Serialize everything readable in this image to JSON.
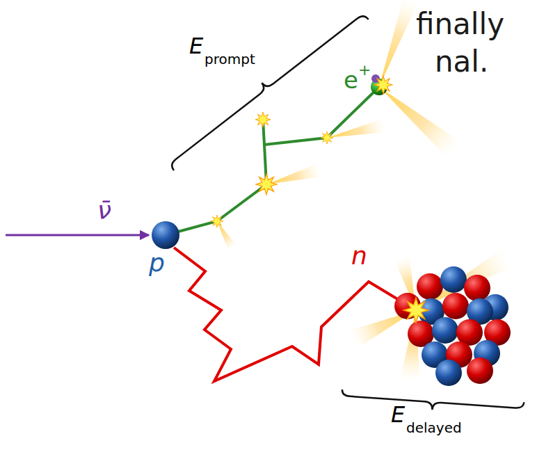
{
  "diagram": {
    "labels": [
      "finally",
      "nal.",
      "E",
      "prompt",
      "e",
      "+",
      "ν̄",
      "p",
      "n",
      "E",
      "delayed"
    ]
  }
}
